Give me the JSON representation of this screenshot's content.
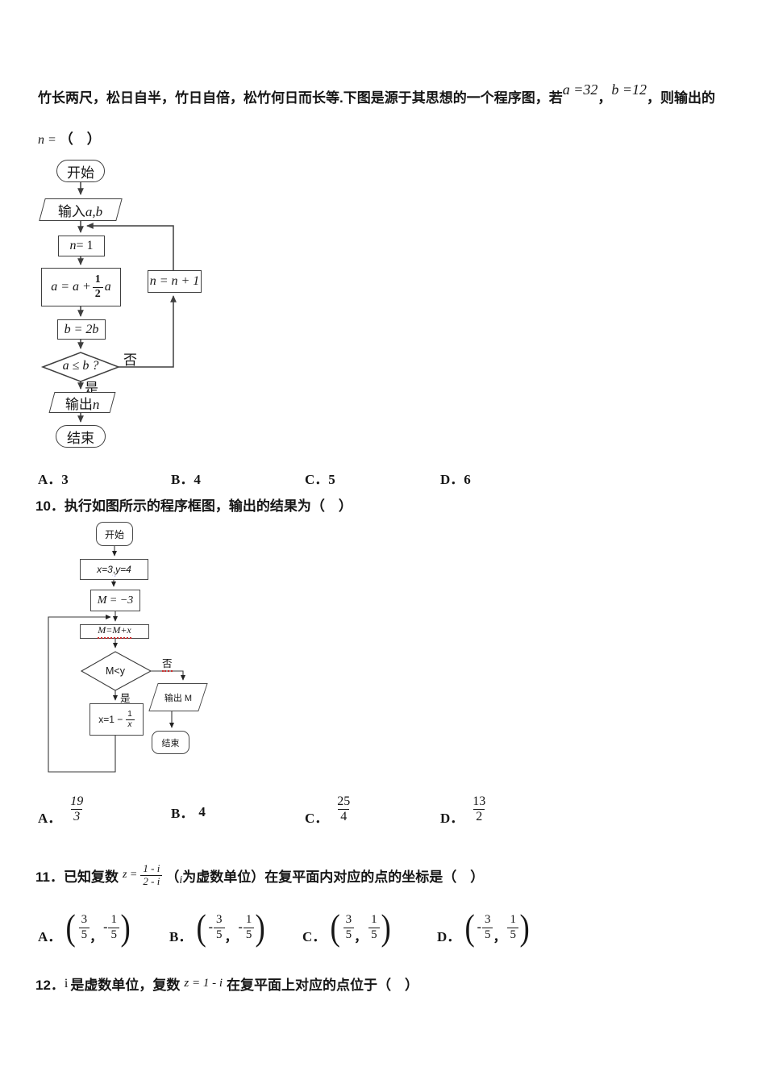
{
  "q9": {
    "stem1": "竹长两尺，松日自半，竹日自倍，松竹何日而长等.下图是源于其思想的一个程序图，若",
    "a_expr": "a =32",
    "comma1": "，",
    "b_expr": "b =12",
    "stem2": "，则输出的",
    "n_var": "n =",
    "paren": "（　）",
    "options": [
      {
        "label": "A．",
        "value": "3"
      },
      {
        "label": "B．",
        "value": "4"
      },
      {
        "label": "C．",
        "value": "5"
      },
      {
        "label": "D．",
        "value": "6"
      }
    ]
  },
  "flowchart1": {
    "start": "开始",
    "input_prefix": "输入",
    "input_math": "a,b",
    "n_init_var": "n",
    "n_init_rest": " = 1",
    "a_update_pre": "a = a +",
    "a_frac_num": "1",
    "a_frac_den": "2",
    "a_update_suf": "a",
    "n_inc": "n = n + 1",
    "b_update": "b = 2b",
    "cond": "a ≤ b ?",
    "no": "否",
    "yes": "是",
    "output_prefix": "输出",
    "output_math": "n",
    "end": "结束"
  },
  "q10": {
    "number": "10．",
    "stem": "执行如图所示的程序框图，输出的结果为（　）",
    "options": [
      {
        "label": "A．",
        "num": "19",
        "den": "3"
      },
      {
        "label": "B．",
        "value": "4"
      },
      {
        "label": "C．",
        "num": "25",
        "den": "4"
      },
      {
        "label": "D．",
        "num": "13",
        "den": "2"
      }
    ]
  },
  "flowchart2": {
    "start": "开始",
    "init_a": "x=3",
    "init_comma": ",",
    "init_b": "y=4",
    "m_init": "M = −3",
    "m_update": "M=M+x",
    "cond": "M<y",
    "no": "否",
    "yes": "是",
    "x_update_pre": "x=1 −",
    "x_frac_num": "1",
    "x_frac_den": "x",
    "output": "输出 M",
    "end": "结束"
  },
  "q11": {
    "number": "11．",
    "stem1": "已知复数",
    "z_var": "z =",
    "frac_num": "1 - i",
    "frac_den": "2 - i",
    "paren_open": "（",
    "i_sub": "i",
    "stem2": "为虚数单位）在复平面内对应的点的坐标是（　）",
    "opt_paren_l": "(",
    "opt_paren_r": ")",
    "options": [
      {
        "label": "A．",
        "x_sign": "",
        "x_num": "3",
        "x_den": "5",
        "comma": "，",
        "y_sign": "-",
        "y_num": "1",
        "y_den": "5"
      },
      {
        "label": "B．",
        "x_sign": "-",
        "x_num": "3",
        "x_den": "5",
        "comma": "，",
        "y_sign": "-",
        "y_num": "1",
        "y_den": "5"
      },
      {
        "label": "C．",
        "x_sign": "",
        "x_num": "3",
        "x_den": "5",
        "comma": "，",
        "y_sign": "",
        "y_num": "1",
        "y_den": "5"
      },
      {
        "label": "D．",
        "x_sign": "-",
        "x_num": "3",
        "x_den": "5",
        "comma": "，",
        "y_sign": "",
        "y_num": "1",
        "y_den": "5"
      }
    ]
  },
  "q12": {
    "number": "12．",
    "i_tok": "i",
    "stem1": "是虚数单位，复数",
    "z_expr": "z = 1 - i",
    "stem2": "在复平面上对应的点位于（　）"
  }
}
